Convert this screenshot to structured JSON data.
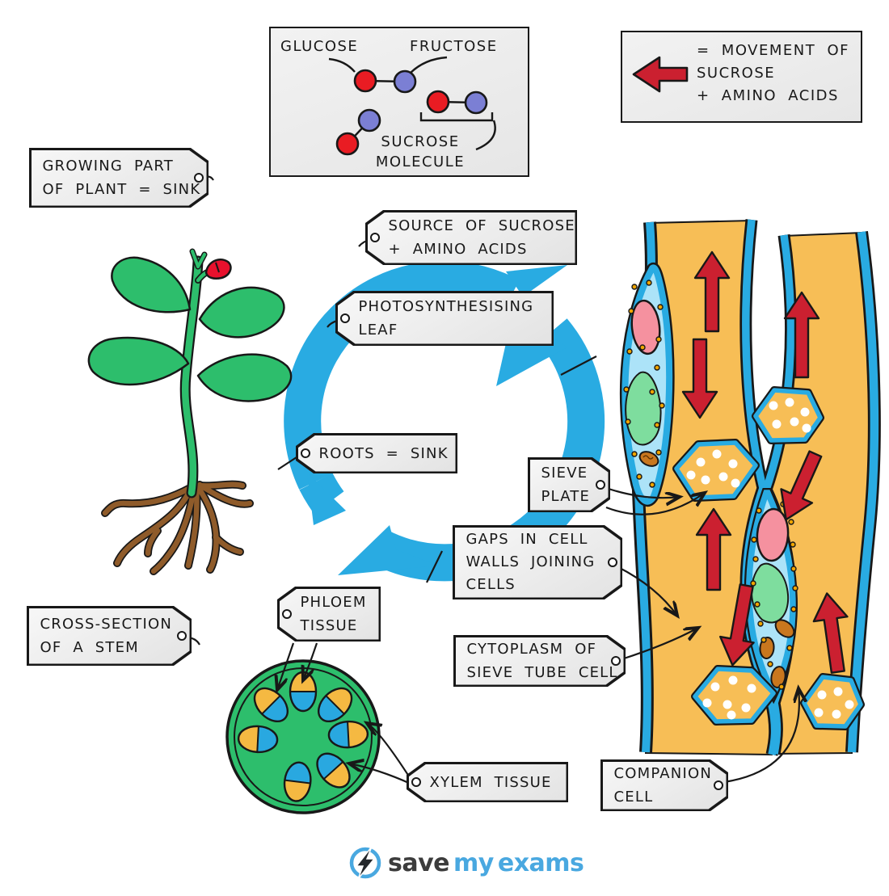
{
  "diagram_title_implied": "Translocation of sucrose and amino acids in phloem",
  "molecule_box": {
    "glucose_label": "GLUCOSE",
    "fructose_label": "FRUCTOSE",
    "sucrose_line1": "SUCROSE",
    "sucrose_line2": "MOLECULE",
    "glucose_color": "#e91c23",
    "fructose_color": "#7b7fd4"
  },
  "legend": {
    "line1": "= MOVEMENT  OF",
    "line2": "SUCROSE",
    "line3": "+ AMINO  ACIDS",
    "arrow_color": "#cb2030",
    "arrow_direction": "left"
  },
  "tags": {
    "growing_part": {
      "lines": [
        "GROWING  PART",
        "OF  PLANT = SINK"
      ]
    },
    "source": {
      "lines": [
        "SOURCE  OF  SUCROSE",
        "+ AMINO  ACIDS"
      ]
    },
    "photosynthesising_leaf": {
      "lines": [
        "PHOTOSYNTHESISING",
        "LEAF"
      ]
    },
    "roots_sink": {
      "lines": [
        "ROOTS = SINK"
      ]
    },
    "sieve_plate": {
      "lines": [
        "SIEVE",
        "PLATE"
      ]
    },
    "gaps_in_cell_walls": {
      "lines": [
        "GAPS  IN  CELL",
        "WALLS  JOINING",
        "CELLS"
      ]
    },
    "phloem_tissue": {
      "lines": [
        "PHLOEM",
        "TISSUE"
      ]
    },
    "cross_section": {
      "lines": [
        "CROSS-SECTION",
        "OF  A  STEM"
      ]
    },
    "cytoplasm": {
      "lines": [
        "CYTOPLASM  OF",
        "SIEVE  TUBE  CELL"
      ]
    },
    "xylem_tissue": {
      "lines": [
        "XYLEM  TISSUE"
      ]
    },
    "companion_cell": {
      "lines": [
        "COMPANION",
        "CELL"
      ]
    }
  },
  "palette": {
    "cycle_arrow_blue": "#29abe2",
    "cell_wall_blue": "#29abe2",
    "sieve_tube_orange": "#f7be56",
    "movement_arrow_red": "#cb2030",
    "companion_cytoplasm": "#ace3f8",
    "nucleus_pink": "#f5919f",
    "organelle_green": "#7edd9e",
    "mitochondrion_brown": "#c9771e",
    "ribosome_dot_orange": "#f0a500",
    "leaf_green": "#2dbe6c",
    "stem_green": "#2dbe6c",
    "root_brown": "#8f5b2a",
    "xylem_blue": "#29a8e0",
    "phloem_bundle_orange": "#f5b942",
    "tag_grey": "#ededed",
    "outline_black": "#181818"
  },
  "logo": {
    "save": "save",
    "my": "my",
    "exams": "exams"
  }
}
